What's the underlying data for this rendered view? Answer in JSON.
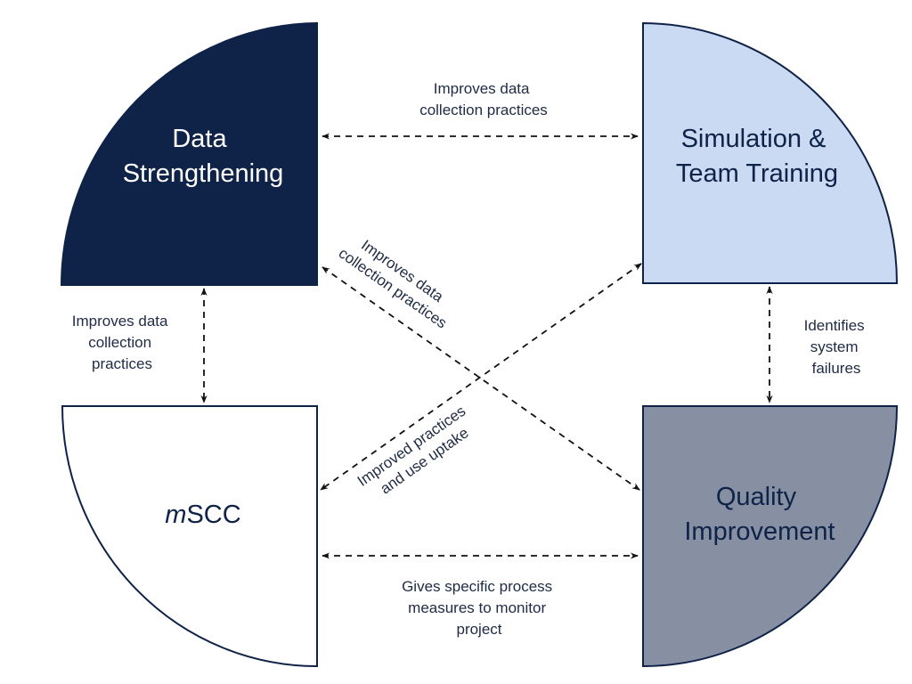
{
  "quadrants": {
    "data_strengthening": {
      "lines": [
        "Data",
        "Strengthening"
      ],
      "fill": "#0f2248",
      "text_color": "#ffffff"
    },
    "simulation": {
      "lines": [
        "Simulation &",
        "Team Training"
      ],
      "fill": "#c9daf2",
      "text_color": "#0f2248"
    },
    "mscc": {
      "prefix": "m",
      "suffix": "SCC",
      "fill": "#ffffff",
      "text_color": "#0f2248"
    },
    "quality": {
      "lines": [
        "Quality",
        "Improvement"
      ],
      "fill": "#8790a3",
      "text_color": "#0f2248"
    }
  },
  "relations": {
    "top": [
      "Improves data",
      "collection practices"
    ],
    "left": [
      "Improves data",
      "collection",
      "practices"
    ],
    "right": [
      "Identifies",
      "system",
      "failures"
    ],
    "bottom": [
      "Gives specific process",
      "measures to monitor",
      "project"
    ],
    "diag_down": [
      "Improves data",
      "collection practices"
    ],
    "diag_up": [
      "Improved practices",
      "and use uptake"
    ]
  },
  "colors": {
    "outline": "#0f2248",
    "arrow": "#111111",
    "label": "#1f2a44"
  }
}
